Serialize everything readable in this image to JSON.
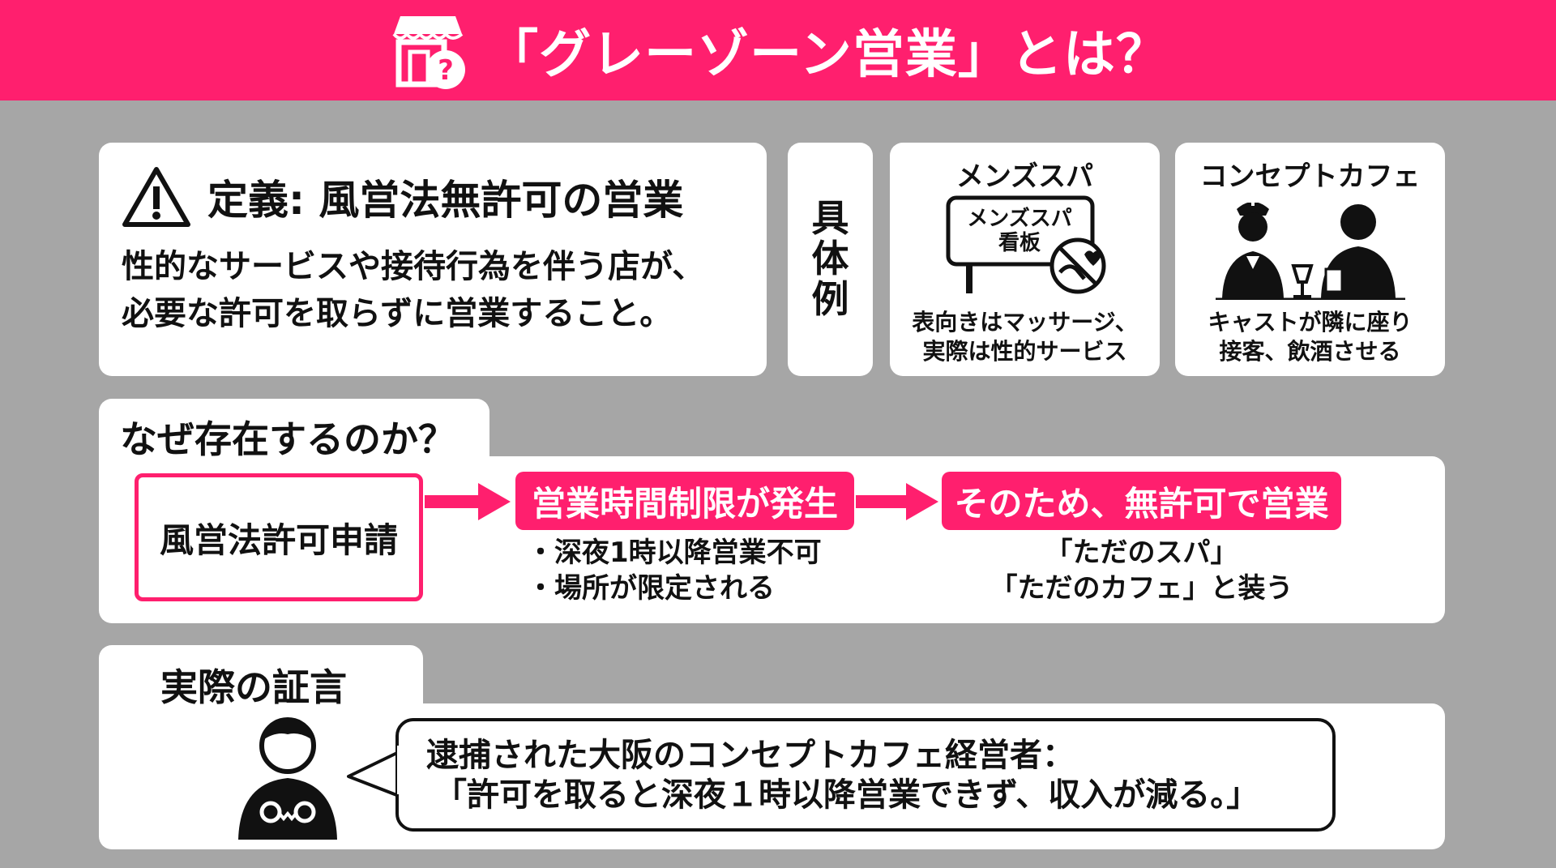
{
  "header": {
    "title": "「グレーゾーン営業」とは？",
    "bg_color": "#ff1f6e",
    "icon": "store-question-icon"
  },
  "definition": {
    "title": "定義: 風営法無許可の営業",
    "icon": "warning-icon",
    "body": "性的なサービスや接待行為を伴う店が、\n必要な許可を取らずに営業すること。"
  },
  "examples": {
    "label": "具\n体\n例",
    "items": [
      {
        "title": "メンズスパ",
        "sign_text": "メンズスパ\n看板",
        "icon": "massage-sign-icon",
        "desc": "表向きはマッサージ、\n実際は性的サービス"
      },
      {
        "title": "コンセプトカフェ",
        "icon": "cafe-staff-customer-icon",
        "desc": "キャストが隣に座り\n接客、飲酒させる"
      }
    ]
  },
  "why": {
    "title": "なぜ存在するのか？",
    "start_box": "風営法許可申請",
    "step1": "営業時間制限が発生",
    "step1_bullets": [
      "・深夜1時以降営業不可",
      "・場所が限定される"
    ],
    "step2": "そのため、無許可で営業",
    "step2_notes": [
      "「ただのスパ」",
      "「ただのカフェ」と装う"
    ]
  },
  "testimony": {
    "title": "実際の証言",
    "icon": "handcuffed-person-icon",
    "speaker": "逮捕された大阪のコンセプトカフェ経営者：",
    "quote": "「許可を取ると深夜１時以降営業できず、収入が減る。」"
  }
}
